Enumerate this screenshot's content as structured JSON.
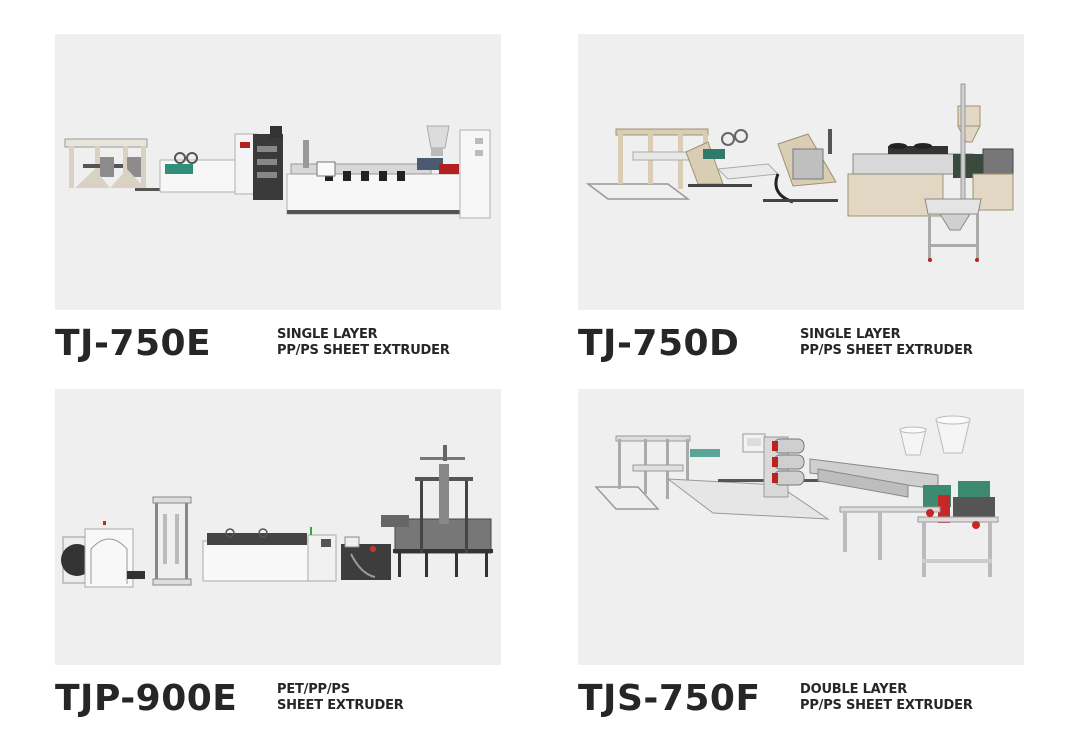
{
  "colors": {
    "background": "#ffffff",
    "panel": "#efefef",
    "text": "#262626"
  },
  "products": [
    {
      "model": "TJ-750E",
      "desc_line1": "SINGLE LAYER",
      "desc_line2": "PP/PS SHEET EXTRUDER",
      "image": "single-layer-pp-ps-sheet-extruder-line-white"
    },
    {
      "model": "TJ-750D",
      "desc_line1": "SINGLE LAYER",
      "desc_line2": "PP/PS SHEET EXTRUDER",
      "image": "single-layer-pp-ps-sheet-extruder-line-beige"
    },
    {
      "model": "TJP-900E",
      "desc_line1": "PET/PP/PS",
      "desc_line2": "SHEET EXTRUDER",
      "image": "pet-pp-ps-sheet-extruder-line-with-tower"
    },
    {
      "model": "TJS-750F",
      "desc_line1": "DOUBLE LAYER",
      "desc_line2": "PP/PS SHEET EXTRUDER",
      "image": "double-layer-pp-ps-sheet-extruder-line-green"
    }
  ]
}
